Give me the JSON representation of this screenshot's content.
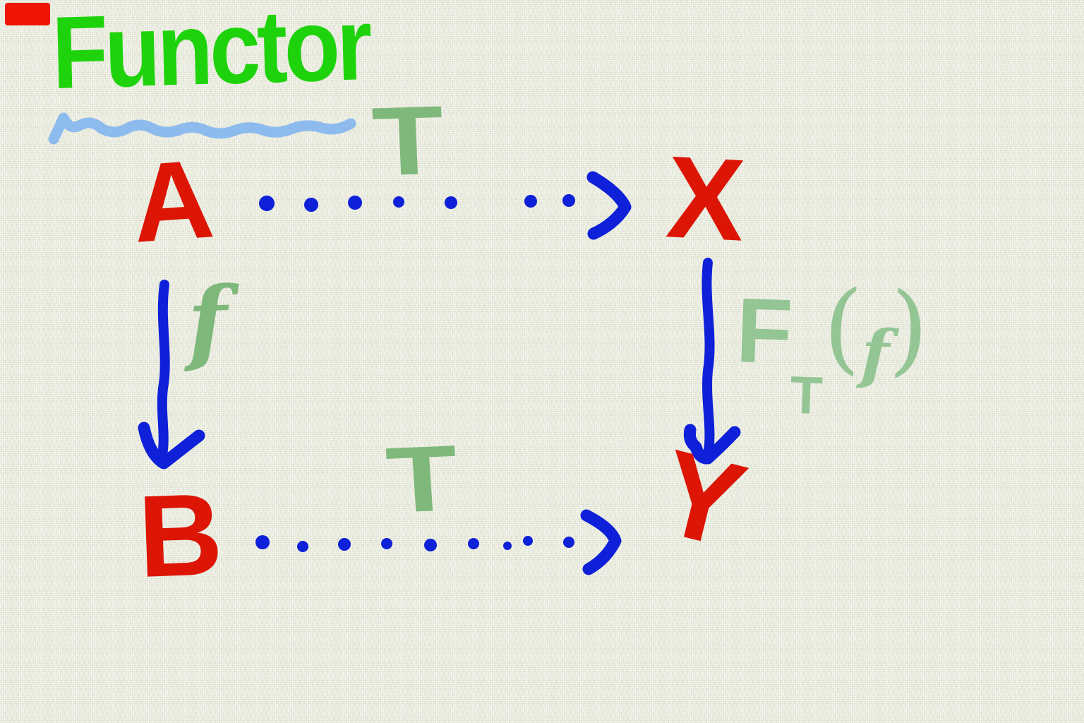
{
  "title": {
    "text": "Functor"
  },
  "nodes": {
    "top_left": "A",
    "top_right": "X",
    "bottom_left": "B",
    "bottom_right": "Y"
  },
  "arrows": {
    "top": {
      "label": "T",
      "style": "dotted",
      "from": "A",
      "to": "X"
    },
    "bottom": {
      "label": "T",
      "style": "dotted",
      "from": "B",
      "to": "Y"
    },
    "left": {
      "label": "f",
      "style": "solid",
      "from": "A",
      "to": "B"
    },
    "right": {
      "label": {
        "base": "F",
        "sub": "T",
        "open": "(",
        "arg": "f",
        "close": ")"
      },
      "style": "solid",
      "from": "X",
      "to": "Y"
    }
  },
  "colors": {
    "paper": "#ebede0",
    "red": "#dc1505",
    "corner": "#ee1505",
    "blue": "#0e20d8",
    "green": "#1fd30c",
    "sage": "#7fb87b",
    "sage_light": "#94c594",
    "lightblue": "#8dbbee"
  }
}
